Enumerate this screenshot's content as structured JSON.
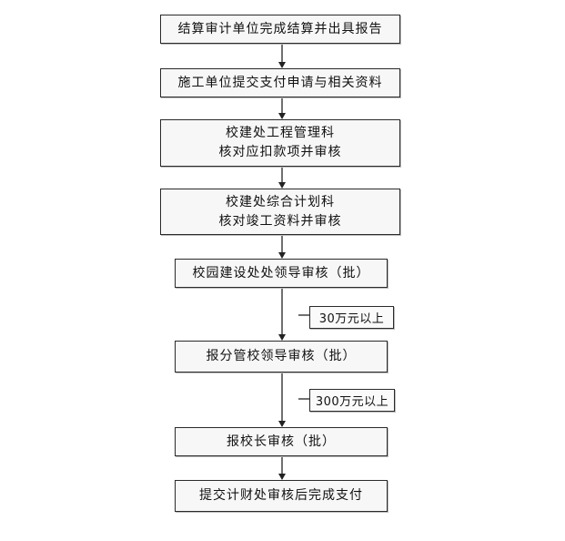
{
  "steps": [
    {
      "lines": [
        "结算审计单位完成结算并出具报告"
      ]
    },
    {
      "lines": [
        "施工单位提交支付申请与相关资料"
      ]
    },
    {
      "lines": [
        "校建处工程管理科",
        "核对应扣款项并审核"
      ]
    },
    {
      "lines": [
        "校建处综合计划科",
        "核对竣工资料并审核"
      ]
    },
    {
      "lines": [
        "校园建设处处领导审核（批）"
      ]
    },
    {
      "lines": [
        "报分管校领导审核（批）"
      ]
    },
    {
      "lines": [
        "报校长审核（批）"
      ]
    },
    {
      "lines": [
        "提交计财处审核后完成支付"
      ]
    }
  ],
  "thresholds": [
    {
      "label": "30万元以上"
    },
    {
      "label": "300万元以上"
    }
  ]
}
